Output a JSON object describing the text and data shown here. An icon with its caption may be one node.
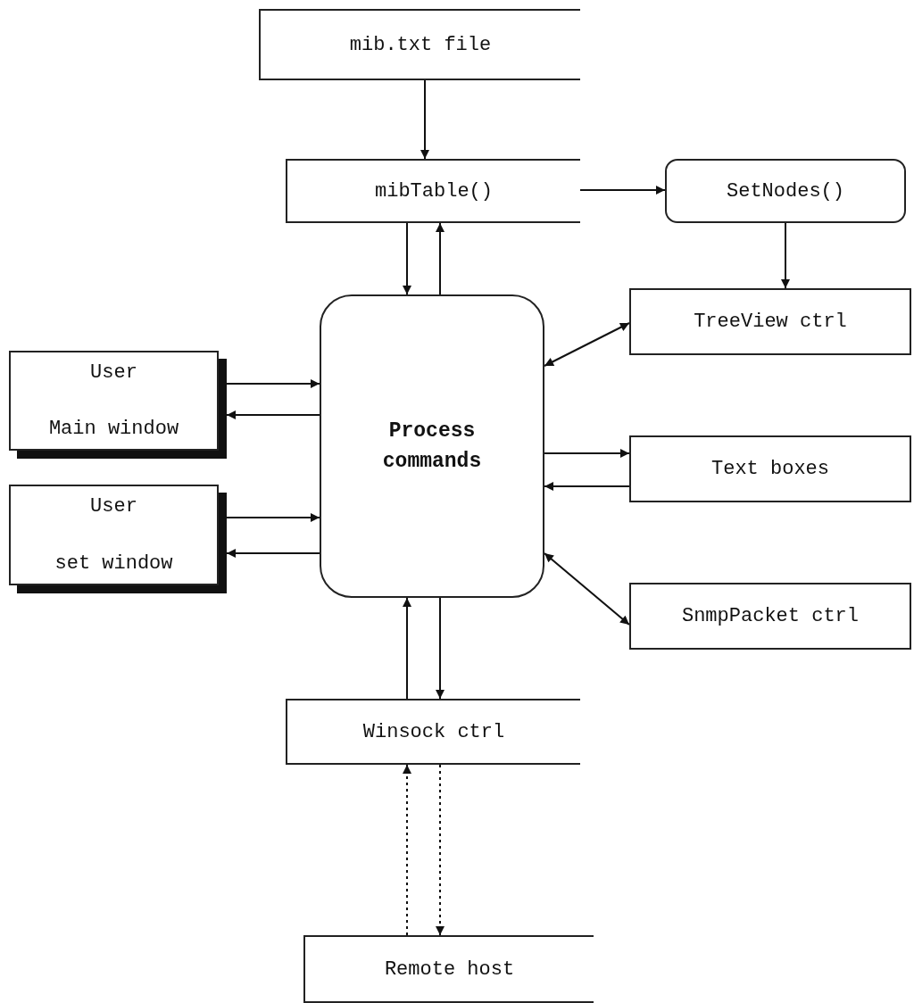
{
  "diagram": {
    "nodes": [
      {
        "text": [
          "mib.txt file"
        ]
      },
      {
        "text": [
          "mibTable()"
        ]
      },
      {
        "text": [
          "SetNodes()"
        ]
      },
      {
        "text": [
          "TreeView ctrl"
        ]
      },
      {
        "text": [
          "User",
          "Main window"
        ]
      },
      {
        "text": [
          "Process commands"
        ]
      },
      {
        "text": [
          "Text boxes"
        ]
      },
      {
        "text": [
          "User",
          "set window"
        ]
      },
      {
        "text": [
          "SnmpPacket ctrl"
        ]
      },
      {
        "text": [
          "Winsock ctrl"
        ]
      },
      {
        "text": [
          "Remote host"
        ]
      }
    ],
    "edges": [
      {
        "from": 0,
        "to": 1,
        "arrow": "to"
      },
      {
        "from": 1,
        "to": 2,
        "arrow": "to"
      },
      {
        "from": 2,
        "to": 3,
        "arrow": "to"
      },
      {
        "from": 1,
        "to": 5,
        "arrow": "to"
      },
      {
        "from": 5,
        "to": 1,
        "arrow": "to"
      },
      {
        "from": 5,
        "to": 3,
        "arrow": "both"
      },
      {
        "from": 4,
        "to": 5,
        "arrow": "to"
      },
      {
        "from": 5,
        "to": 4,
        "arrow": "to"
      },
      {
        "from": 5,
        "to": 6,
        "arrow": "to"
      },
      {
        "from": 6,
        "to": 5,
        "arrow": "to"
      },
      {
        "from": 7,
        "to": 5,
        "arrow": "to"
      },
      {
        "from": 5,
        "to": 7,
        "arrow": "to"
      },
      {
        "from": 5,
        "to": 8,
        "arrow": "both"
      },
      {
        "from": 9,
        "to": 5,
        "arrow": "to"
      },
      {
        "from": 5,
        "to": 9,
        "arrow": "to"
      },
      {
        "from": 10,
        "to": 9,
        "arrow": "to",
        "style": "dashed"
      },
      {
        "from": 9,
        "to": 10,
        "arrow": "to",
        "style": "dashed"
      }
    ]
  }
}
